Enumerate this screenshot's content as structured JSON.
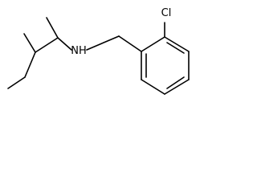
{
  "molecule": {
    "atoms": [
      {
        "id": "n1",
        "symbol": "N",
        "label": "NH"
      },
      {
        "id": "cl1",
        "symbol": "Cl",
        "label": "Cl"
      }
    ]
  }
}
